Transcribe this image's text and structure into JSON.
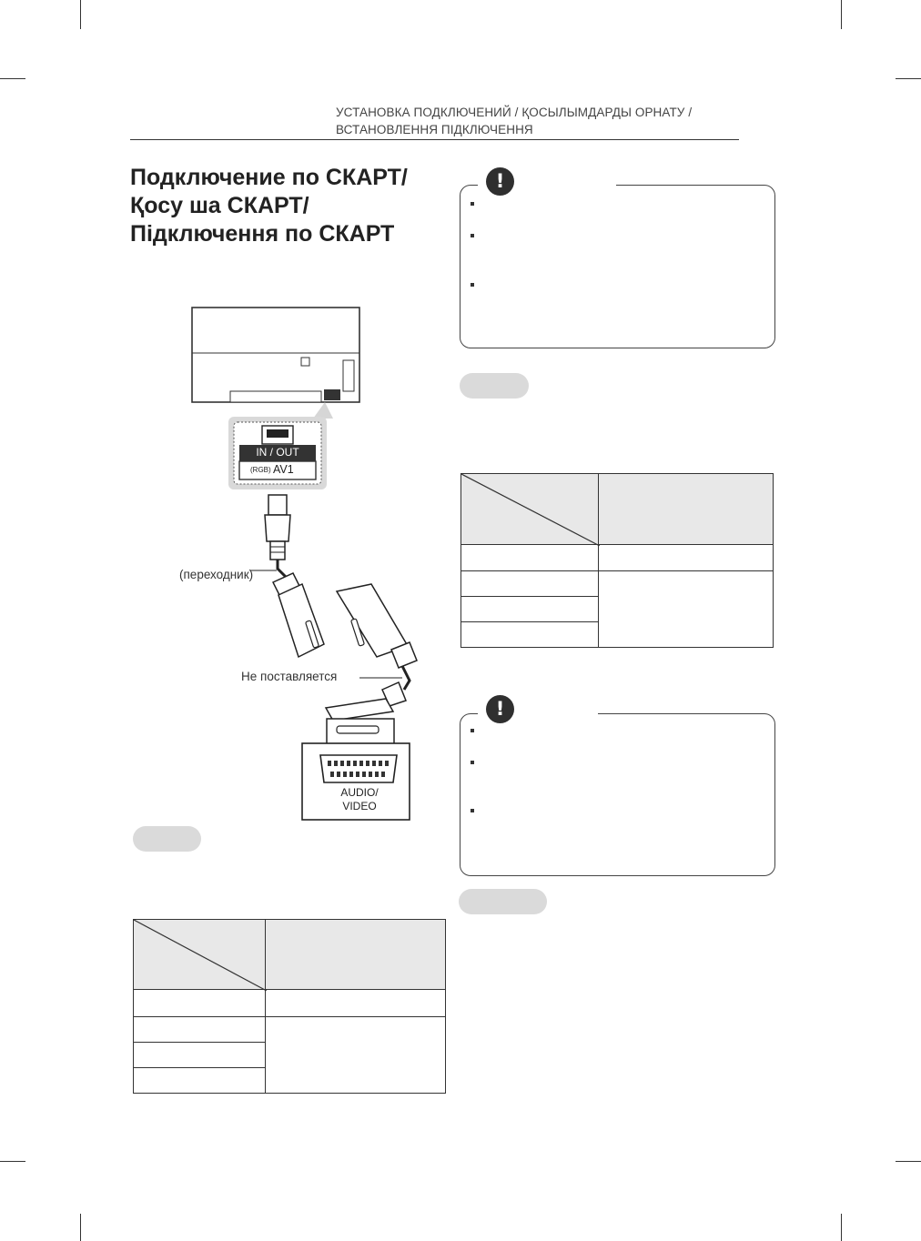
{
  "header": {
    "line1": "УСТАНОВКА ПОДКЛЮЧЕНИЙ / ҚОСЫЛЫМДАРДЫ ОРНАТУ /",
    "line2": "ВСТАНОВЛЕННЯ ПІДКЛЮЧЕННЯ"
  },
  "title": {
    "line1": "Подключение по СКАРТ/",
    "line2": "Қосу ша СКАРТ/",
    "line3": "Підключення по СКАРТ"
  },
  "diagram": {
    "port_label_top": "IN / OUT",
    "port_label_rgb": "(RGB)",
    "port_label_av": "AV1",
    "adapter_label": "(переходник)",
    "not_supplied_label": "Не поставляется",
    "device_label_line1": "AUDIO/",
    "device_label_line2": "VIDEO"
  },
  "icons": {
    "note": "exclamation-icon"
  },
  "colors": {
    "pill": "#dadada",
    "table_header": "#e8e8e8"
  }
}
